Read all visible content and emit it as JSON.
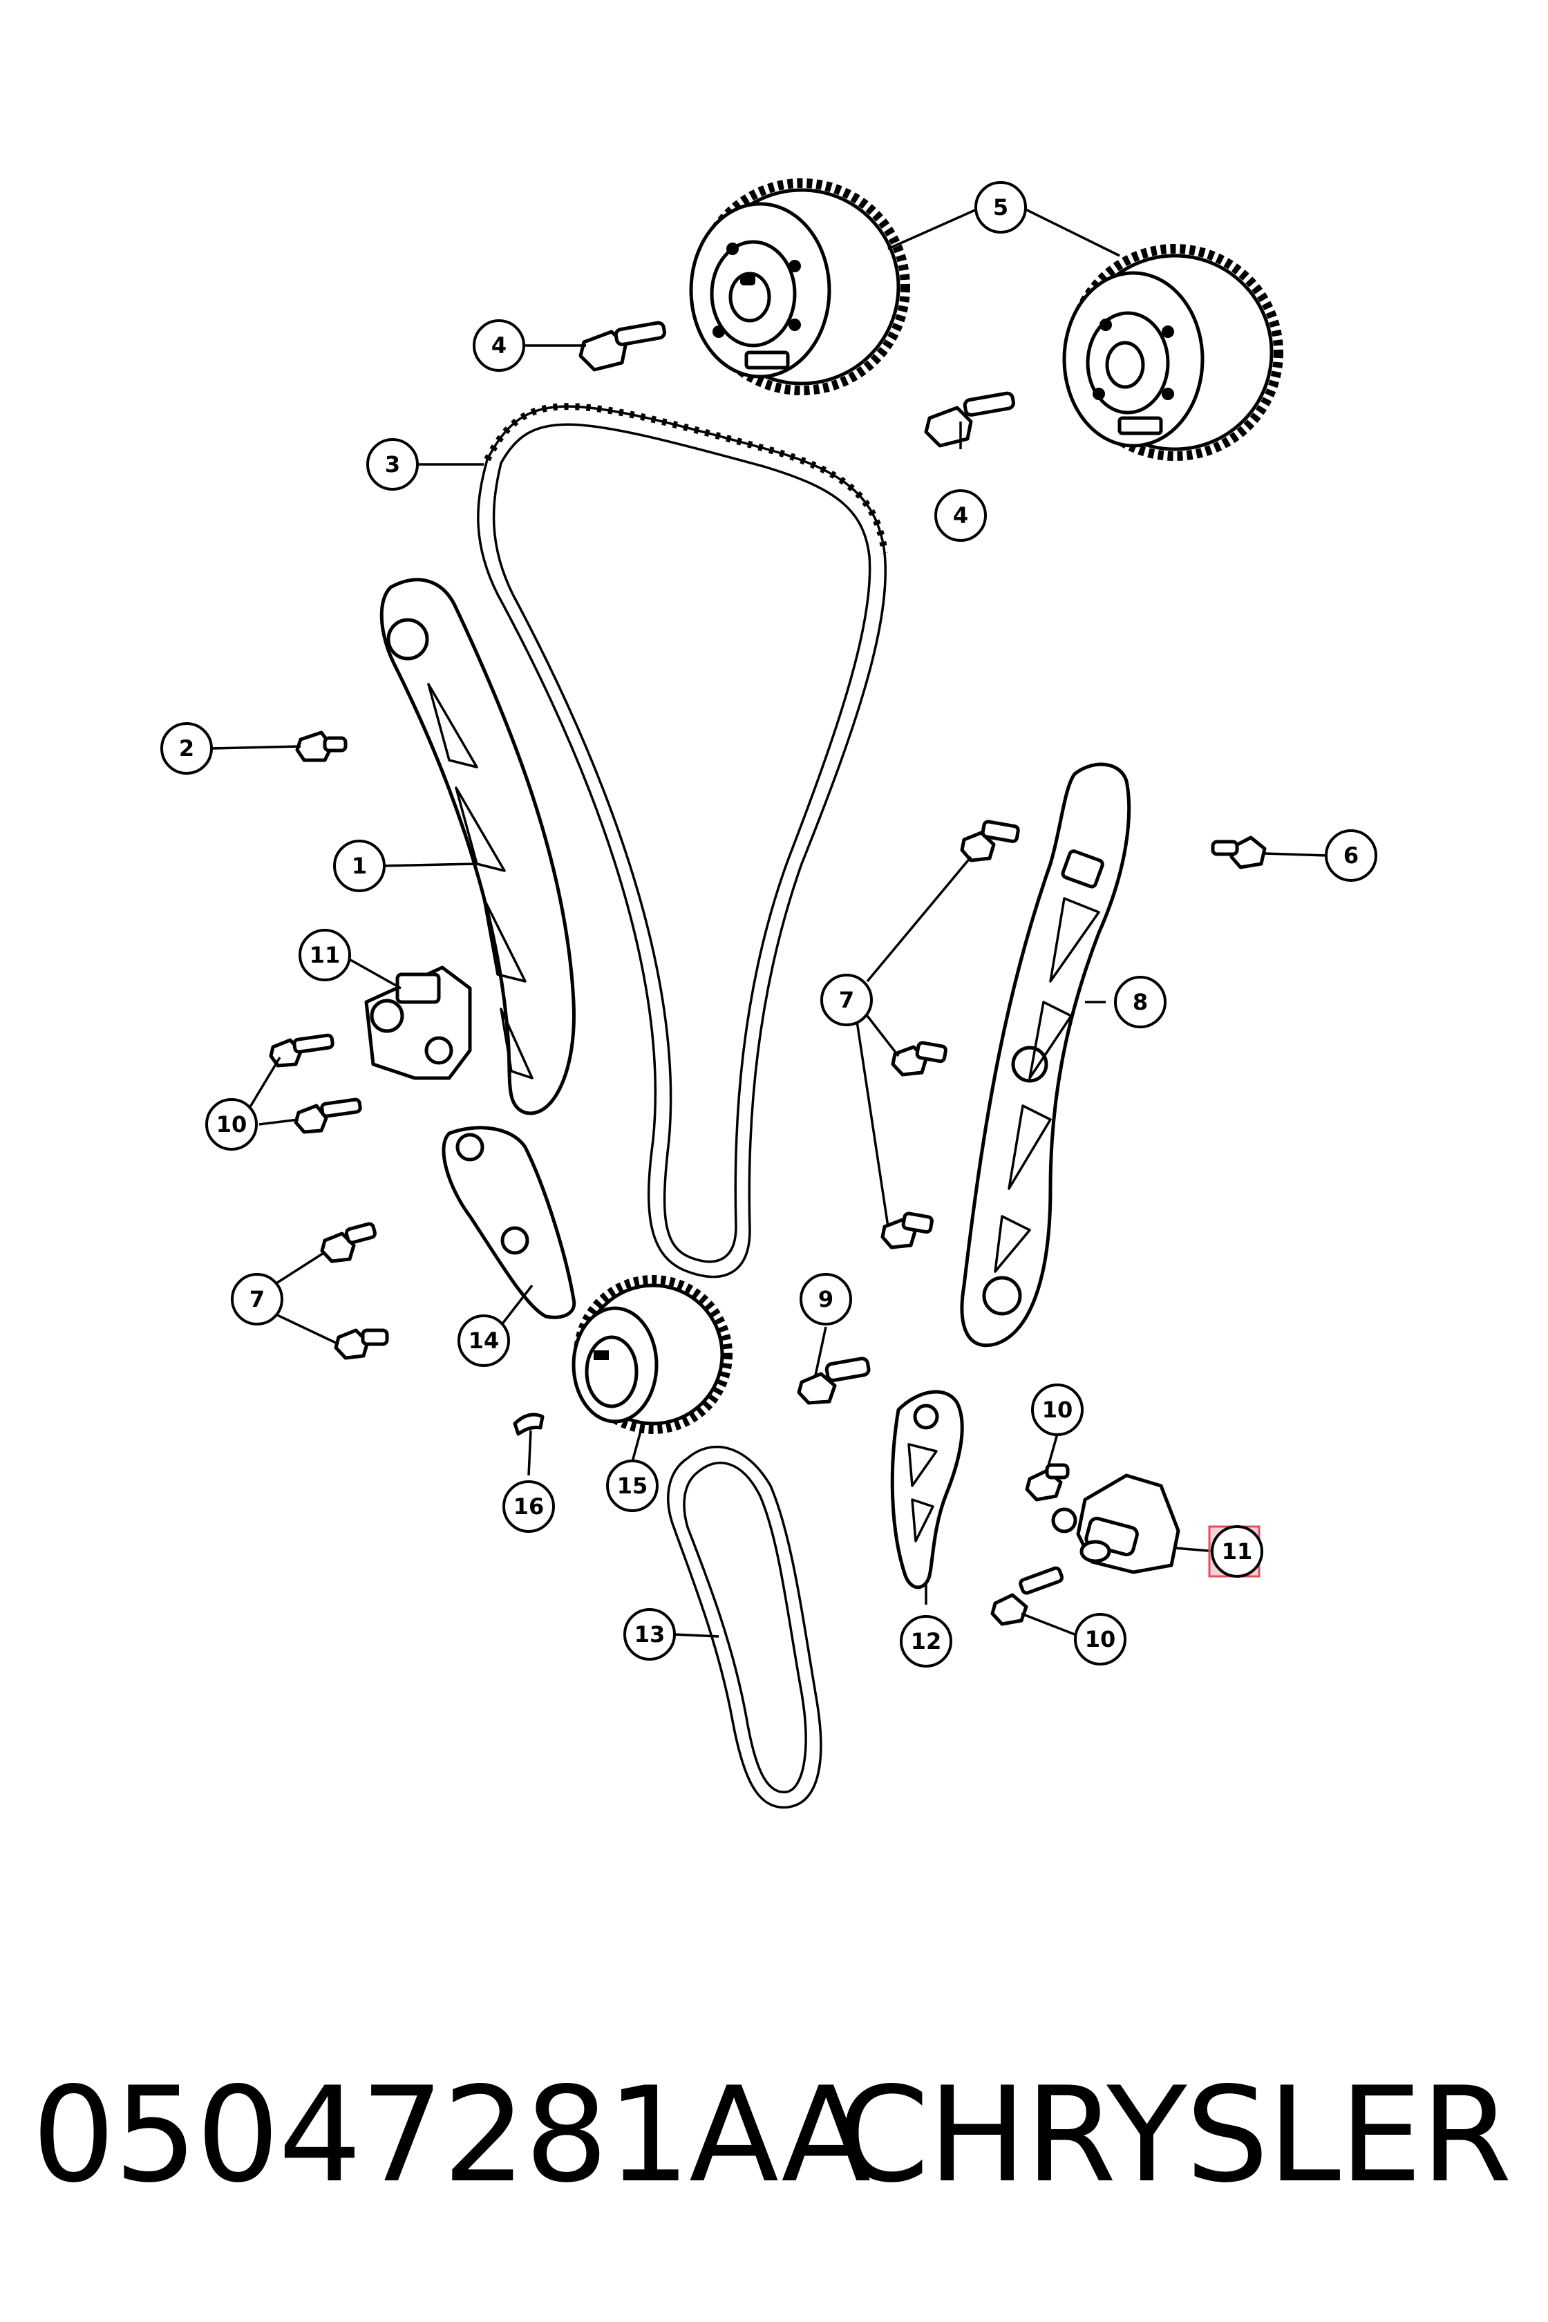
{
  "caption": {
    "part_number": "05047281AA",
    "manufacturer": "CHRYSLER"
  },
  "callouts": [
    {
      "id": "c5",
      "label": "5"
    },
    {
      "id": "c4a",
      "label": "4"
    },
    {
      "id": "c4b",
      "label": "4"
    },
    {
      "id": "c3",
      "label": "3"
    },
    {
      "id": "c2",
      "label": "2"
    },
    {
      "id": "c1",
      "label": "1"
    },
    {
      "id": "c11a",
      "label": "11"
    },
    {
      "id": "c10a",
      "label": "10"
    },
    {
      "id": "c6",
      "label": "6"
    },
    {
      "id": "c7a",
      "label": "7"
    },
    {
      "id": "c8",
      "label": "8"
    },
    {
      "id": "c7b",
      "label": "7"
    },
    {
      "id": "c14",
      "label": "14"
    },
    {
      "id": "c9",
      "label": "9"
    },
    {
      "id": "c15",
      "label": "15"
    },
    {
      "id": "c16",
      "label": "16"
    },
    {
      "id": "c10b",
      "label": "10"
    },
    {
      "id": "c11b",
      "label": "11"
    },
    {
      "id": "c13",
      "label": "13"
    },
    {
      "id": "c12",
      "label": "12"
    },
    {
      "id": "c10c",
      "label": "10"
    }
  ],
  "highlighted_callout": "c11b",
  "colors": {
    "line": "#000000",
    "background": "#ffffff",
    "highlight": "#e0505f"
  }
}
